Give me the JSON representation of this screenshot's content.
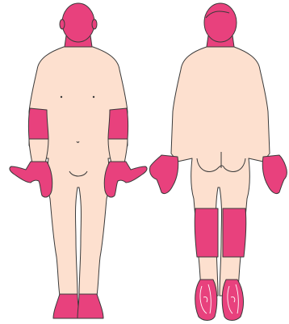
{
  "colors": {
    "background": "#ffffff",
    "skin": "#fde0cf",
    "highlight": "#e8417d",
    "outline": "#3a3a3a",
    "detail": "#ffffff"
  },
  "figures": [
    {
      "view": "front",
      "highlighted_regions": [
        "head",
        "neck",
        "forearm-left",
        "forearm-right",
        "hand-left",
        "hand-right",
        "foot-left",
        "foot-right"
      ]
    },
    {
      "view": "back",
      "highlighted_regions": [
        "head",
        "neck",
        "hand-left",
        "hand-right",
        "calf-left",
        "calf-right",
        "sole-left",
        "sole-right"
      ]
    }
  ]
}
